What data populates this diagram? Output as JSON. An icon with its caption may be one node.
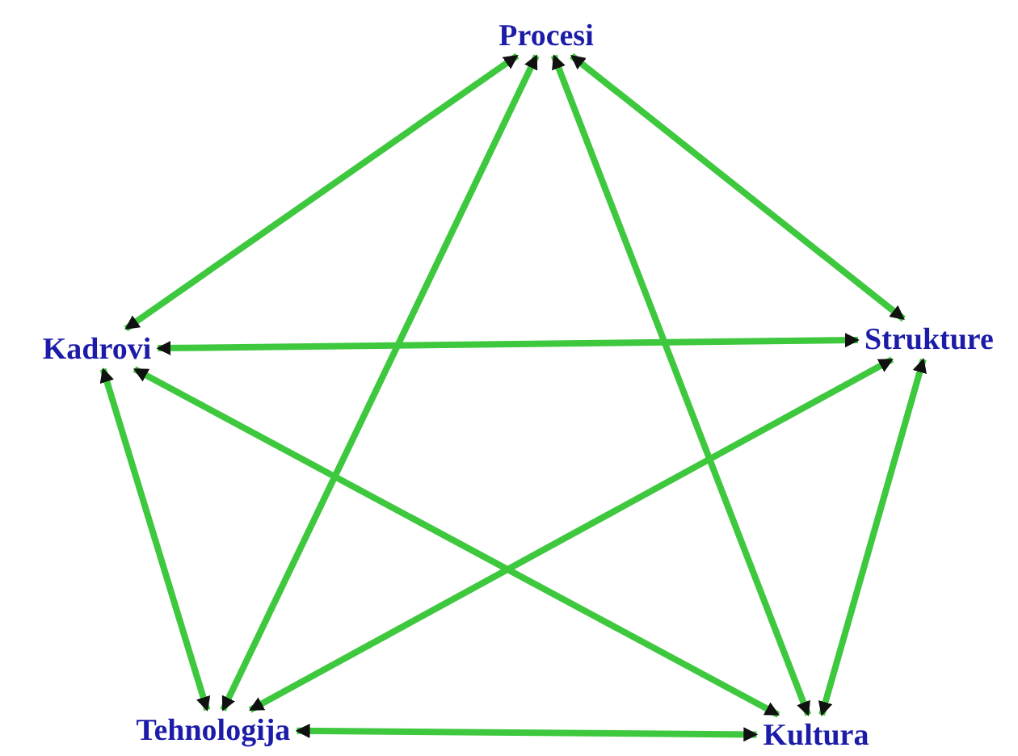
{
  "diagram": {
    "nodes": [
      {
        "text": [
          "Procesi"
        ]
      },
      {
        "text": [
          "Kadrovi"
        ]
      },
      {
        "text": [
          "Strukture"
        ]
      },
      {
        "text": [
          "Tehnologija"
        ]
      },
      {
        "text": [
          "Kultura"
        ]
      }
    ],
    "edges": [
      {
        "from": 0,
        "to": 1,
        "arrow": "both"
      },
      {
        "from": 0,
        "to": 2,
        "arrow": "both"
      },
      {
        "from": 0,
        "to": 3,
        "arrow": "both"
      },
      {
        "from": 0,
        "to": 4,
        "arrow": "both"
      },
      {
        "from": 1,
        "to": 2,
        "arrow": "both"
      },
      {
        "from": 1,
        "to": 3,
        "arrow": "both"
      },
      {
        "from": 1,
        "to": 4,
        "arrow": "both"
      },
      {
        "from": 2,
        "to": 3,
        "arrow": "both"
      },
      {
        "from": 2,
        "to": 4,
        "arrow": "both"
      },
      {
        "from": 3,
        "to": 4,
        "arrow": "both"
      }
    ]
  }
}
